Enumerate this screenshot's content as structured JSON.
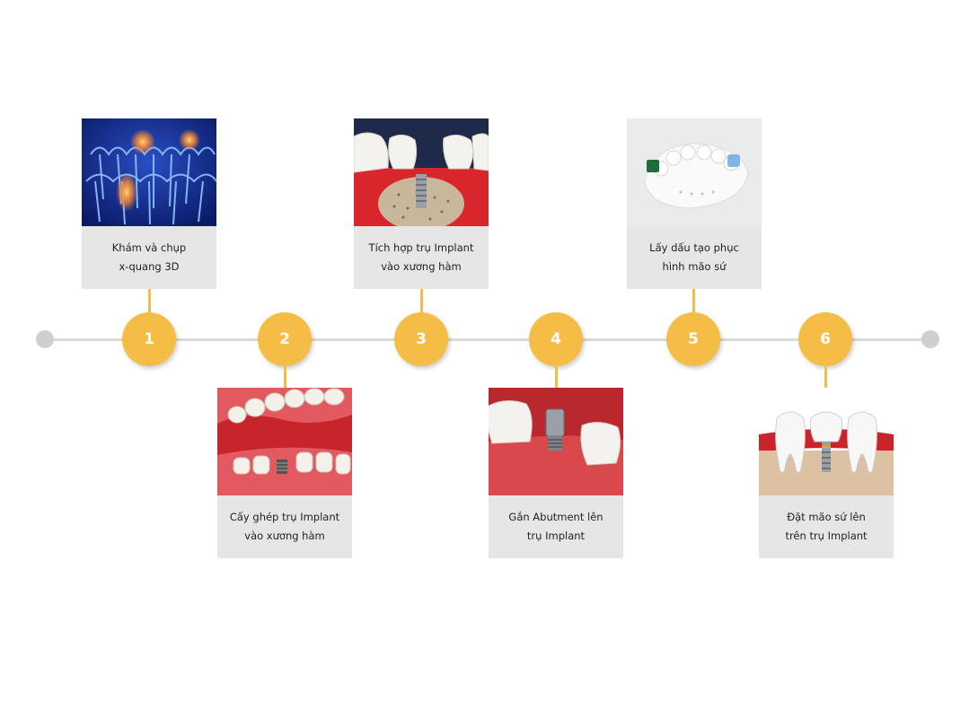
{
  "colors": {
    "accent": "#f5bd46",
    "line": "#d9d9d9",
    "endpoint": "#cfcfcf",
    "label_bg": "#e6e6e6"
  },
  "steps": [
    {
      "number": "1",
      "label": "Khám và chụp\nx-quang 3D",
      "image": "3d-xray-teeth-icon"
    },
    {
      "number": "2",
      "label": "Cấy ghép trụ Implant\nvào xương hàm",
      "image": "implant-in-jaw-icon"
    },
    {
      "number": "3",
      "label": "Tích hợp trụ Implant\nvào xương hàm",
      "image": "implant-osseointegration-icon"
    },
    {
      "number": "4",
      "label": "Gắn Abutment lên\ntrụ Implant",
      "image": "abutment-attach-icon"
    },
    {
      "number": "5",
      "label": "Lấy dấu tạo phục\nhình mão sứ",
      "image": "dental-impression-icon"
    },
    {
      "number": "6",
      "label": "Đặt mão sứ lên\ntrên trụ Implant",
      "image": "crown-placement-icon"
    }
  ]
}
